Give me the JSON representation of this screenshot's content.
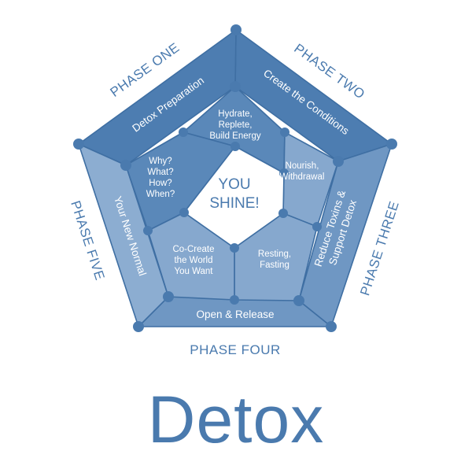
{
  "title": "Detox",
  "center": [
    "YOU",
    "SHINE!"
  ],
  "phases": {
    "one": "PHASE ONE",
    "two": "PHASE TWO",
    "three": "PHASE THREE",
    "four": "PHASE FOUR",
    "five": "PHASE FIVE"
  },
  "outer_segments": {
    "one": "Detox Preparation",
    "two": "Create the Conditions",
    "three": [
      "Reduce Toxins &",
      "Support Detox"
    ],
    "four": "Open & Release",
    "five": "Your New Normal"
  },
  "inner_segments": {
    "top": [
      "Hydrate,",
      "Replete,",
      "Build Energy"
    ],
    "right": [
      "Nourish,",
      "Withdrawal"
    ],
    "bottom_right": [
      "Resting,",
      "Fasting"
    ],
    "bottom_left": [
      "Co-Create",
      "the World",
      "You Want"
    ],
    "left": [
      "Why?",
      "What?",
      "How?",
      "When?"
    ]
  },
  "colors": {
    "outer_dark": "#4d7db1",
    "outer_mid": "#6f97c3",
    "outer_light": "#8cadd1",
    "inner_dark": "#5a88b9",
    "inner_light": "#86a8ce",
    "node": "#4a7aae",
    "text_blue": "#4a7aae"
  }
}
